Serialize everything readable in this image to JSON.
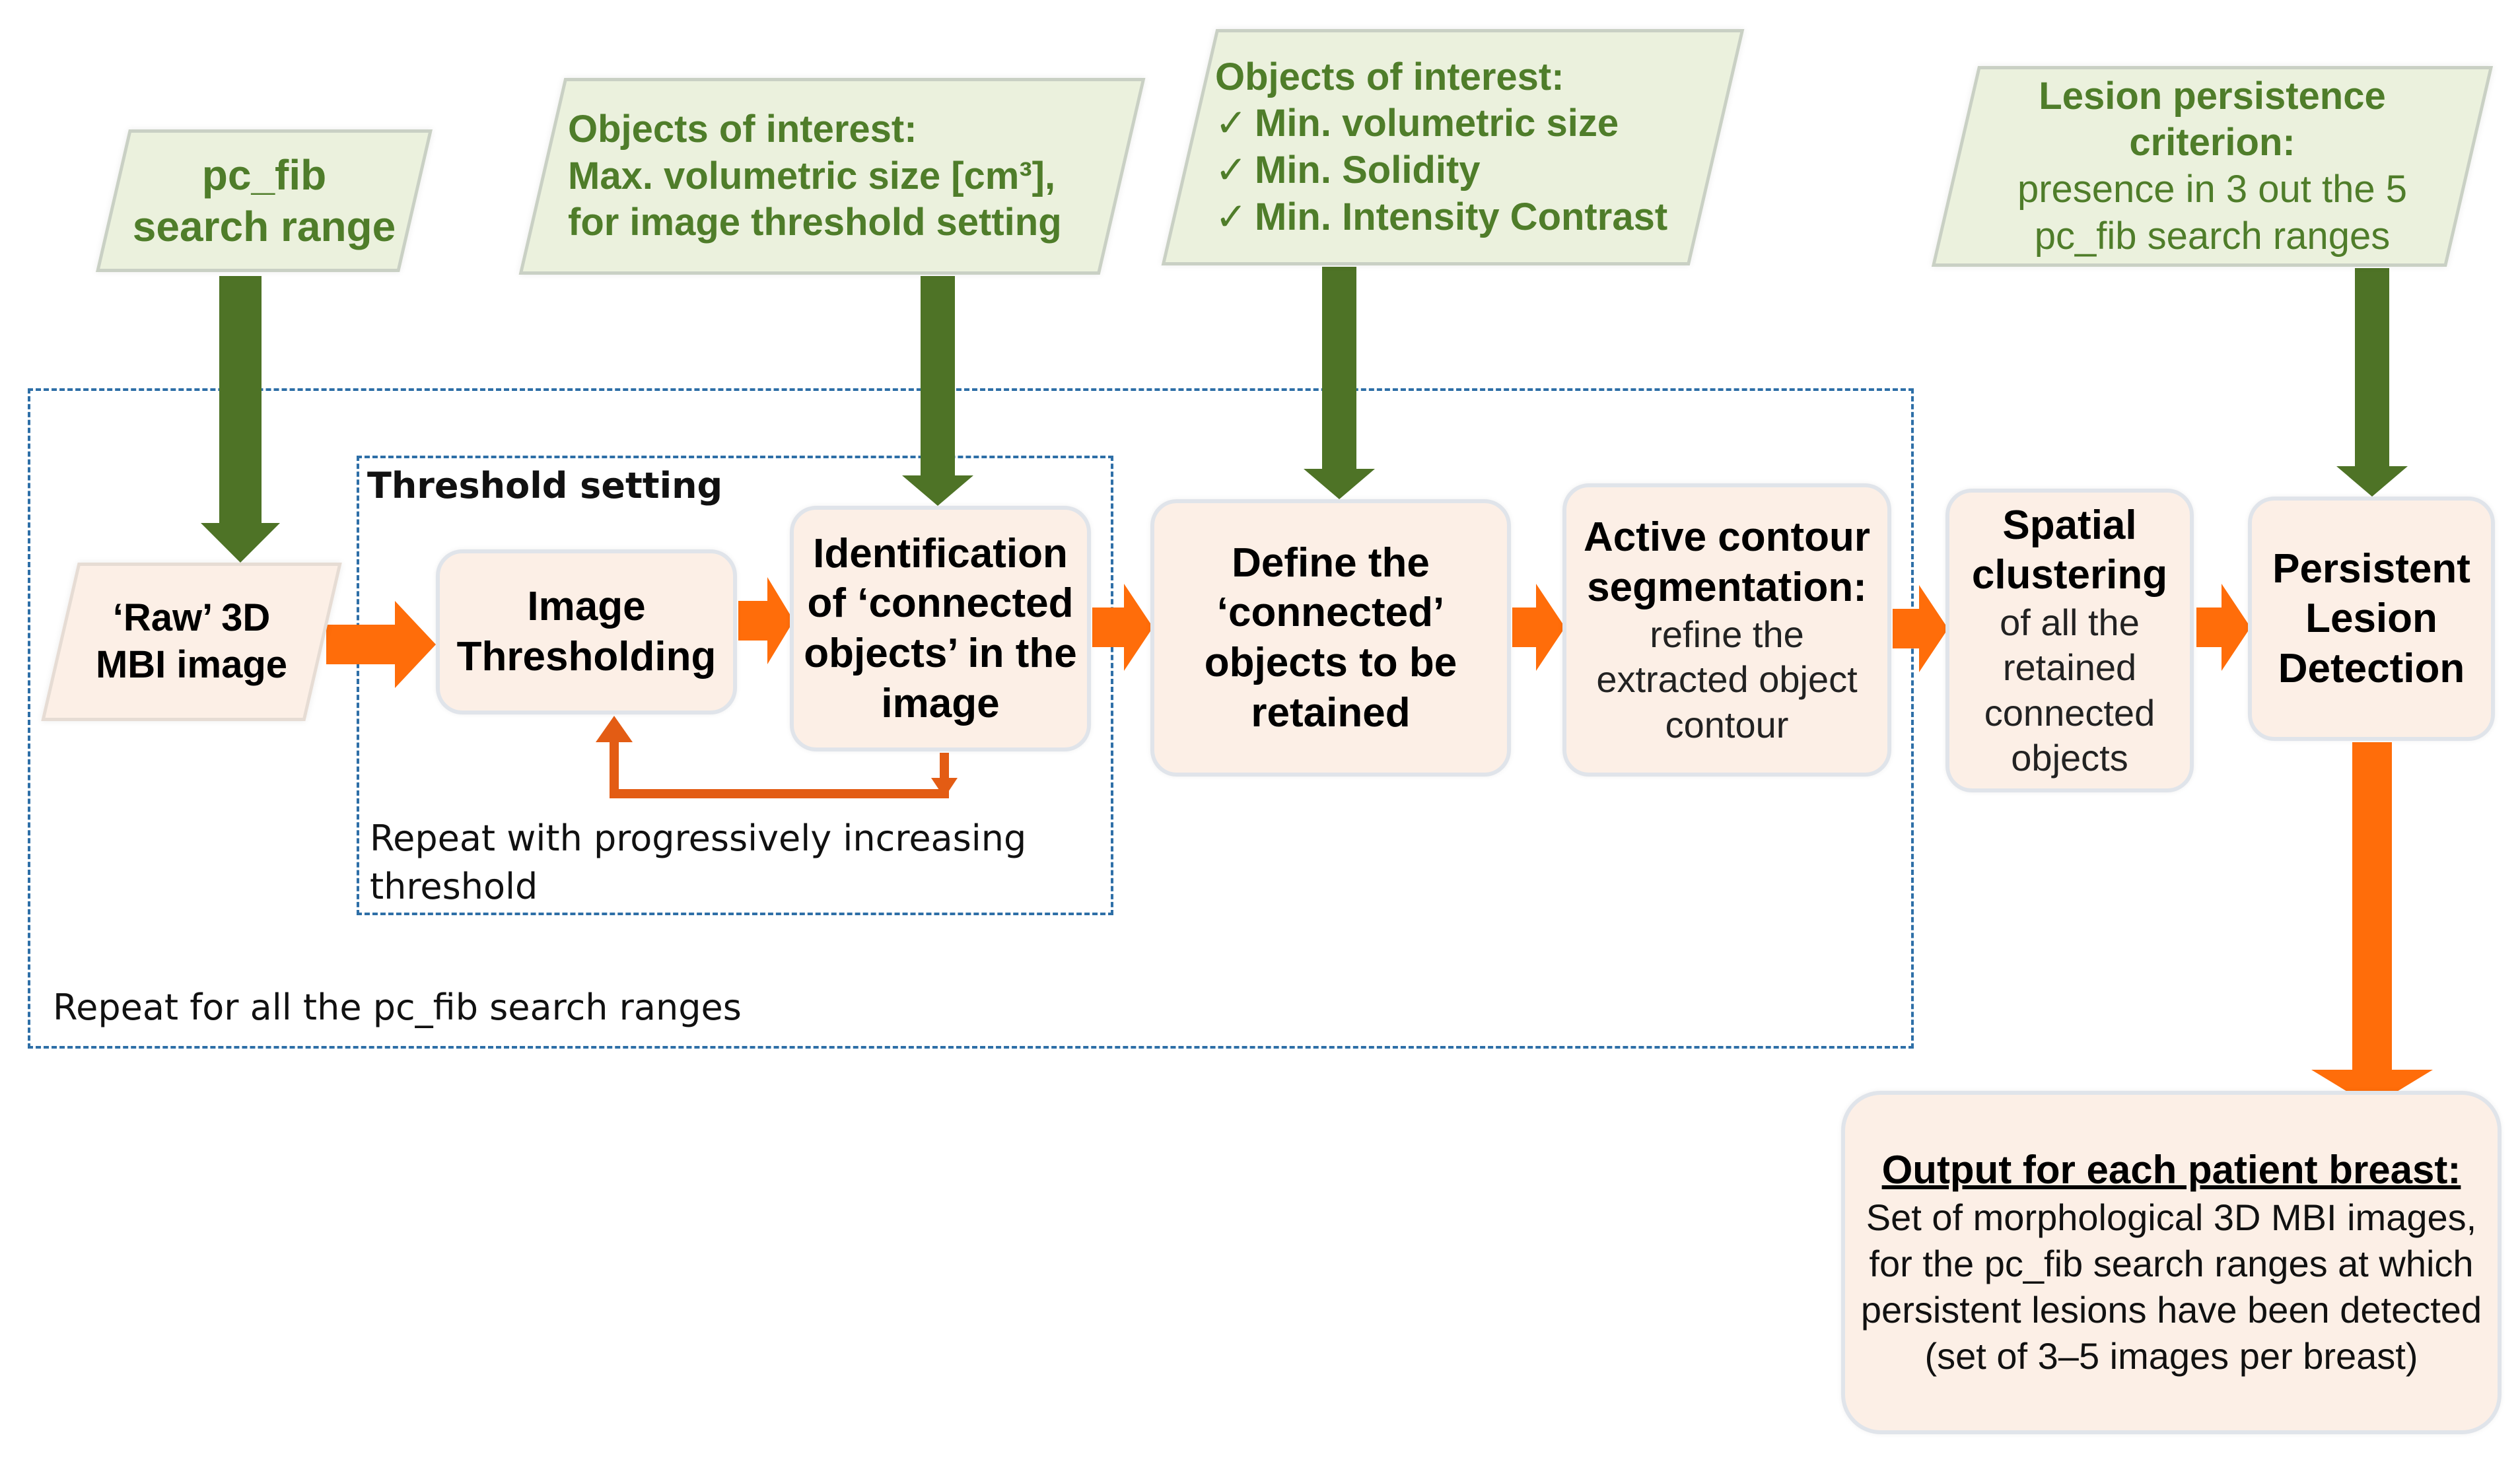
{
  "inputs": {
    "pc_fib": "pc_fib search range",
    "objects_size": {
      "title": "Objects of interest:",
      "line1": "Max. volumetric size [cm³],",
      "line2": "for image threshold setting"
    },
    "objects_criteria": {
      "title": "Objects of interest:",
      "items": [
        "Min. volumetric size",
        "Min. Solidity",
        "Min. Intensity Contrast"
      ]
    },
    "persistence": {
      "title1": "Lesion persistence",
      "title2": "criterion:",
      "line1": "presence in 3 out the 5",
      "line2": "pc_fib search ranges"
    }
  },
  "raw_input": {
    "line1": "‘Raw’ 3D",
    "line2": "MBI image"
  },
  "steps": {
    "thresholding": [
      "Image",
      "Thresholding"
    ],
    "identification": [
      "Identification",
      "of ‘connected",
      "objects’ in the",
      "image"
    ],
    "define": [
      "Define the",
      "‘connected’",
      "objects to be",
      "retained"
    ],
    "active_contour": {
      "bold": [
        "Active contour",
        "segmentation:"
      ],
      "normal": [
        "refine the",
        "extracted object",
        "contour"
      ]
    },
    "spatial": {
      "bold": [
        "Spatial",
        "clustering"
      ],
      "normal": [
        "of all  the",
        "retained",
        "connected",
        "objects"
      ]
    },
    "persistent": [
      "Persistent",
      "Lesion",
      "Detection"
    ]
  },
  "frames": {
    "threshold_title": "Threshold setting",
    "threshold_repeat": [
      "Repeat with progressively increasing",
      "threshold"
    ],
    "outer_repeat": "Repeat for all the pc_fib search ranges"
  },
  "output": {
    "title": "Output for each patient breast:",
    "lines": [
      "Set of morphological  3D MBI images,",
      "for the pc_fib search ranges at which",
      "persistent lesions have been detected",
      "(set of 3–5 images per breast)"
    ]
  },
  "check_glyph": "✓",
  "colors": {
    "input_fill": "#ebf1dd",
    "input_text": "#4f7d2a",
    "green_arrow": "#4e7326",
    "orange_arrow": "#ff6d0a",
    "process_fill": "#fcefe6",
    "frame": "#2e6fa7"
  }
}
